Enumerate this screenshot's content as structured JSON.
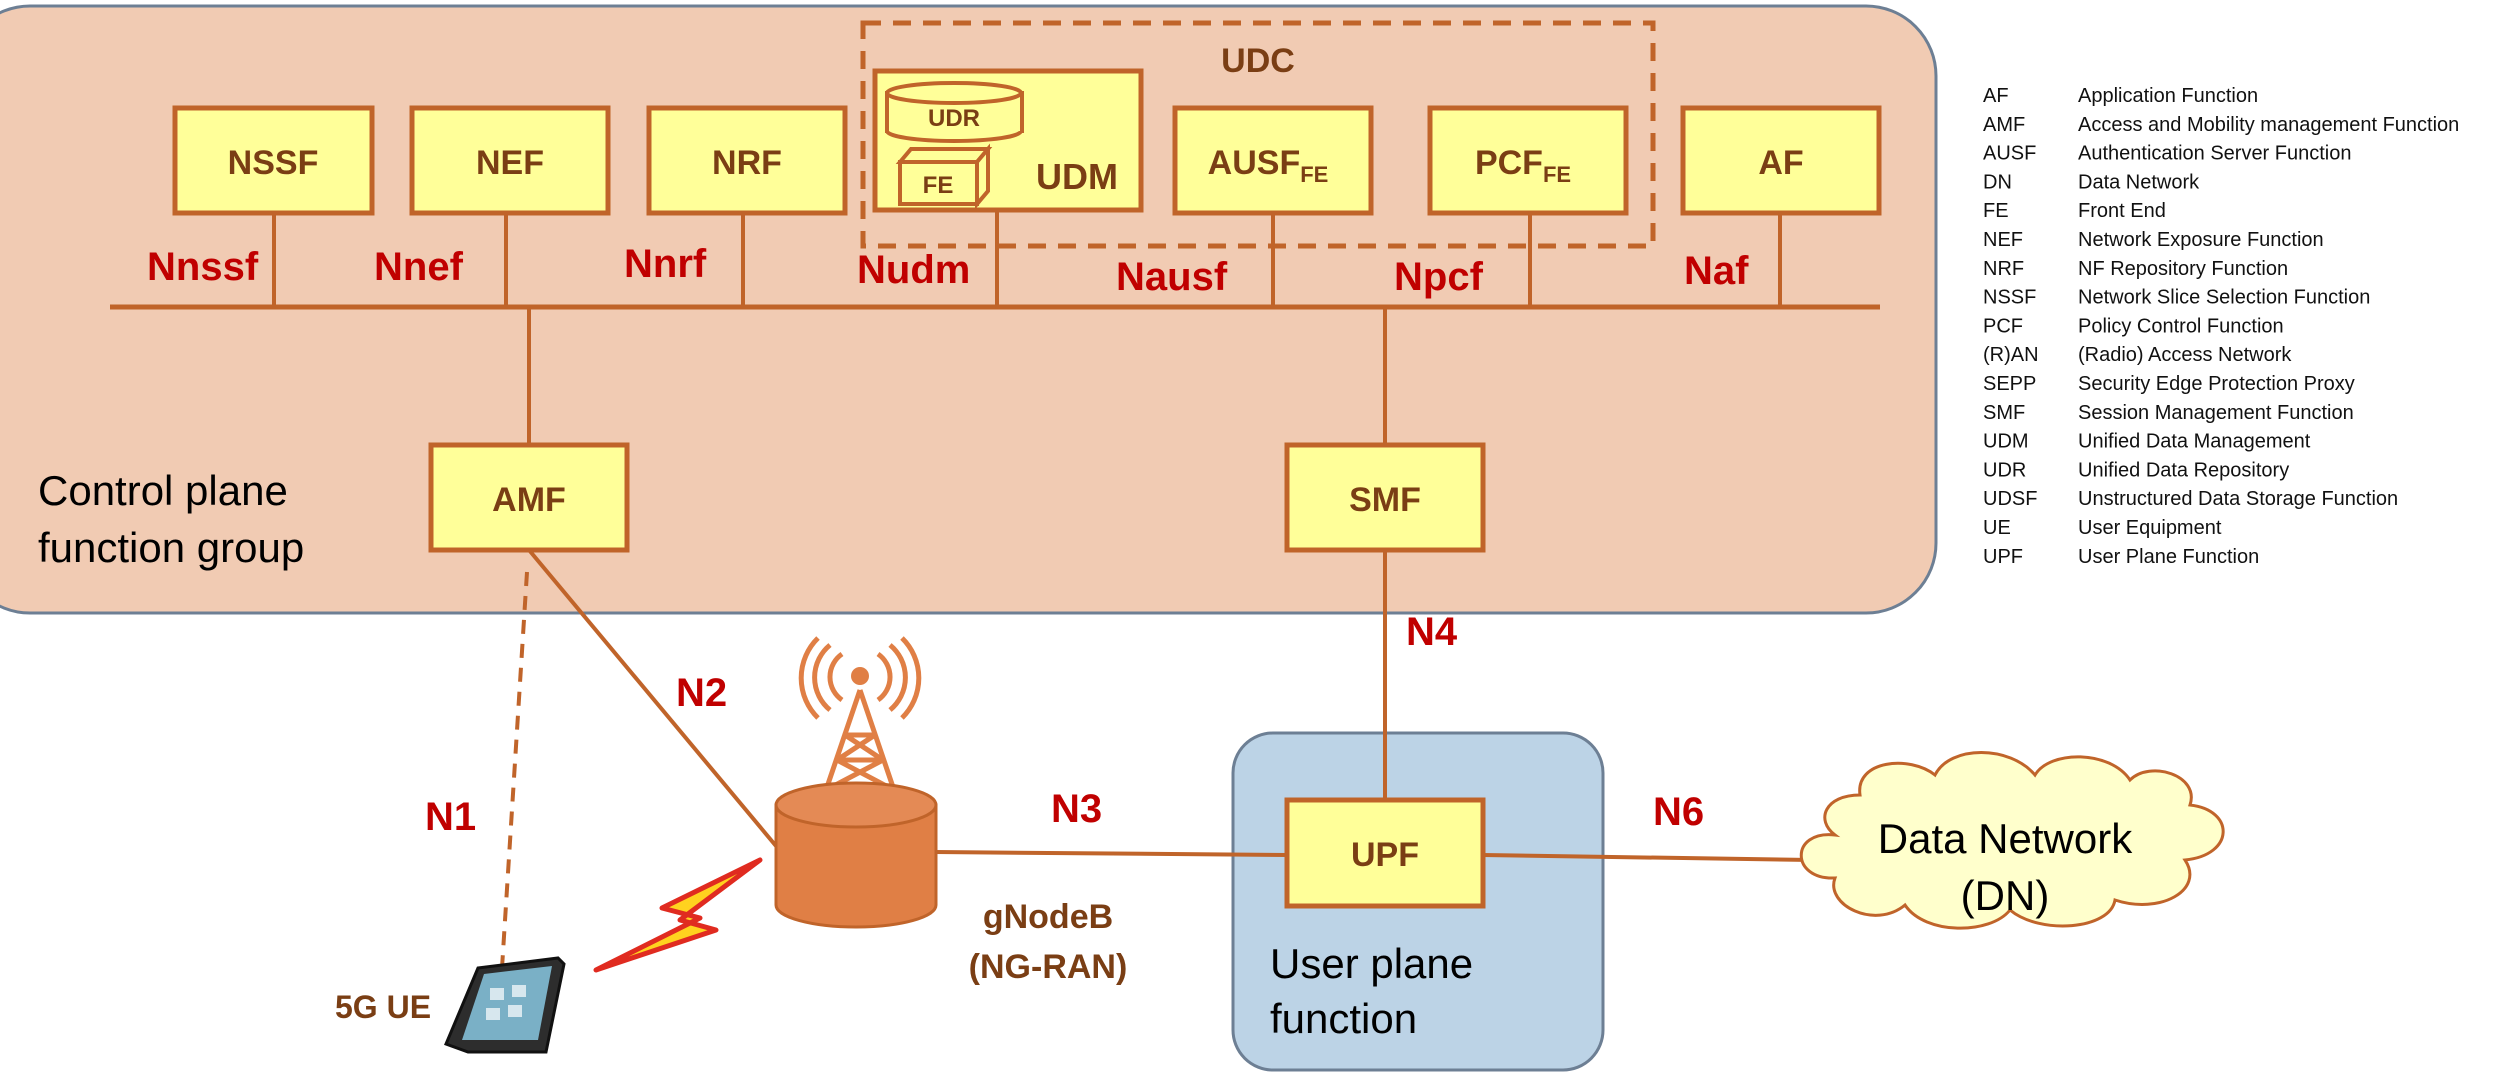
{
  "colors": {
    "control_plane_fill": "#f1cbb3",
    "user_plane_fill": "#bcd3e6",
    "box_fill": "#ffff99",
    "box_stroke": "#c0642a",
    "line": "#c0642a",
    "interface_label": "#c00000",
    "nf_label": "#7a3e14",
    "gnodeb_fill": "#e07f45"
  },
  "regions": {
    "control_plane": {
      "line1": "Control plane",
      "line2": "function group"
    },
    "user_plane": {
      "line1": "User plane",
      "line2": "function"
    }
  },
  "udc": {
    "label": "UDC"
  },
  "functions": {
    "nssf": "NSSF",
    "nef": "NEF",
    "nrf": "NRF",
    "udm": "UDM",
    "udr": "UDR",
    "fe": "FE",
    "ausf": {
      "main": "AUSF",
      "sub": "FE"
    },
    "pcf": {
      "main": "PCF",
      "sub": "FE"
    },
    "af": "AF",
    "amf": "AMF",
    "smf": "SMF",
    "upf": "UPF"
  },
  "interfaces": {
    "nnssf": "Nnssf",
    "nnef": "Nnef",
    "nnrf": "Nnrf",
    "nudm": "Nudm",
    "nausf": "Nausf",
    "npcf": "Npcf",
    "naf": "Naf",
    "n1": "N1",
    "n2": "N2",
    "n3": "N3",
    "n4": "N4",
    "n6": "N6"
  },
  "gnodeb": {
    "line1": "gNodeB",
    "line2": "(NG-RAN)"
  },
  "ue": {
    "label": "5G UE",
    "icon": "smartphone-icon"
  },
  "data_network": {
    "line1": "Data Network",
    "line2": "(DN)"
  },
  "legend": [
    {
      "abbr": "AF",
      "desc": "Application Function"
    },
    {
      "abbr": "AMF",
      "desc": "Access and Mobility management Function"
    },
    {
      "abbr": "AUSF",
      "desc": "Authentication Server Function"
    },
    {
      "abbr": "DN",
      "desc": "Data Network"
    },
    {
      "abbr": "FE",
      "desc": "Front End"
    },
    {
      "abbr": "NEF",
      "desc": "Network Exposure Function"
    },
    {
      "abbr": "NRF",
      "desc": "NF Repository Function"
    },
    {
      "abbr": "NSSF",
      "desc": "Network Slice Selection Function"
    },
    {
      "abbr": "PCF",
      "desc": "Policy Control Function"
    },
    {
      "abbr": "(R)AN",
      "desc": "(Radio) Access Network"
    },
    {
      "abbr": "SEPP",
      "desc": "Security Edge Protection Proxy"
    },
    {
      "abbr": "SMF",
      "desc": "Session Management Function"
    },
    {
      "abbr": "UDM",
      "desc": "Unified Data Management"
    },
    {
      "abbr": "UDR",
      "desc": "Unified Data Repository"
    },
    {
      "abbr": "UDSF",
      "desc": "Unstructured Data Storage Function"
    },
    {
      "abbr": "UE",
      "desc": "User Equipment"
    },
    {
      "abbr": "UPF",
      "desc": "User Plane Function"
    }
  ]
}
